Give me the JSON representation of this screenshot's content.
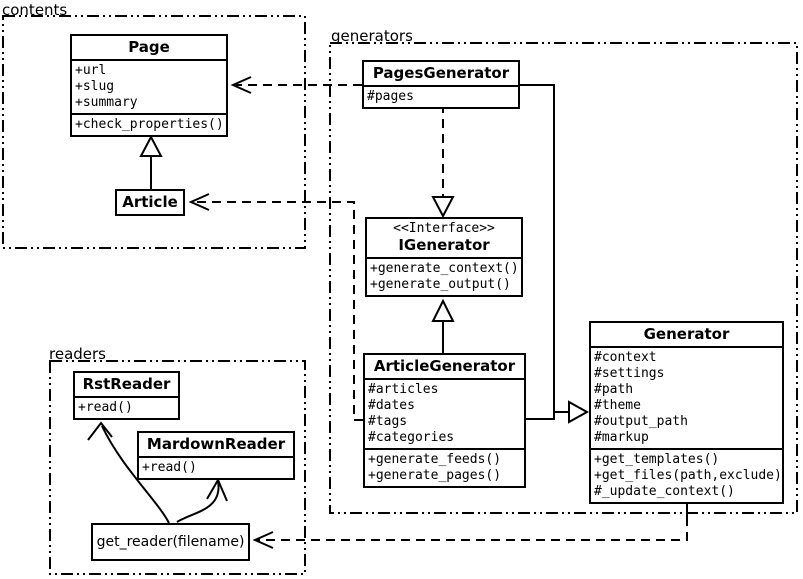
{
  "diagram": {
    "type": "uml-class-diagram",
    "colors": {
      "line": "#000000",
      "background": "#ffffff"
    }
  },
  "packages": {
    "contents": {
      "label": "contents",
      "classes": {
        "page": {
          "name": "Page",
          "attributes": [
            "+url",
            "+slug",
            "+summary"
          ],
          "methods": [
            "+check_properties()"
          ]
        },
        "article": {
          "name": "Article"
        }
      }
    },
    "generators": {
      "label": "generators",
      "classes": {
        "pages_generator": {
          "name": "PagesGenerator",
          "attributes": [
            "#pages"
          ]
        },
        "igenerator": {
          "stereotype": "<<Interface>>",
          "name": "IGenerator",
          "methods": [
            "+generate_context()",
            "+generate_output()"
          ]
        },
        "article_generator": {
          "name": "ArticleGenerator",
          "attributes": [
            "#articles",
            "#dates",
            "#tags",
            "#categories"
          ],
          "methods": [
            "+generate_feeds()",
            "+generate_pages()"
          ]
        },
        "generator": {
          "name": "Generator",
          "attributes": [
            "#context",
            "#settings",
            "#path",
            "#theme",
            "#output_path",
            "#markup"
          ],
          "methods": [
            "+get_templates()",
            "+get_files(path,exclude)",
            "#_update_context()"
          ]
        }
      }
    },
    "readers": {
      "label": "readers",
      "classes": {
        "rst_reader": {
          "name": "RstReader",
          "methods": [
            "+read()"
          ]
        },
        "mardown_reader": {
          "name": "MardownReader",
          "methods": [
            "+read()"
          ]
        },
        "get_reader": {
          "name": "get_reader(filename)"
        }
      }
    }
  },
  "relationships": [
    {
      "from": "Article",
      "to": "Page",
      "type": "inheritance-solid-hollow-triangle"
    },
    {
      "from": "PagesGenerator",
      "to": "Page",
      "type": "dependency-dashed-open-arrow"
    },
    {
      "from": "ArticleGenerator",
      "to": "Article",
      "type": "dependency-dashed-open-arrow"
    },
    {
      "from": "PagesGenerator",
      "to": "IGenerator",
      "type": "realization-dashed-hollow-triangle"
    },
    {
      "from": "ArticleGenerator",
      "to": "IGenerator",
      "type": "inheritance-solid-hollow-triangle"
    },
    {
      "from": "PagesGenerator",
      "to": "Generator",
      "type": "inheritance-solid-hollow-triangle"
    },
    {
      "from": "ArticleGenerator",
      "to": "Generator",
      "type": "inheritance-solid-hollow-triangle"
    },
    {
      "from": "Generator",
      "to": "get_reader(filename)",
      "type": "dependency-dashed-open-arrow"
    },
    {
      "from": "get_reader(filename)",
      "to": "RstReader",
      "type": "curved-open-arrow"
    },
    {
      "from": "get_reader(filename)",
      "to": "MardownReader",
      "type": "curved-open-arrow"
    }
  ]
}
